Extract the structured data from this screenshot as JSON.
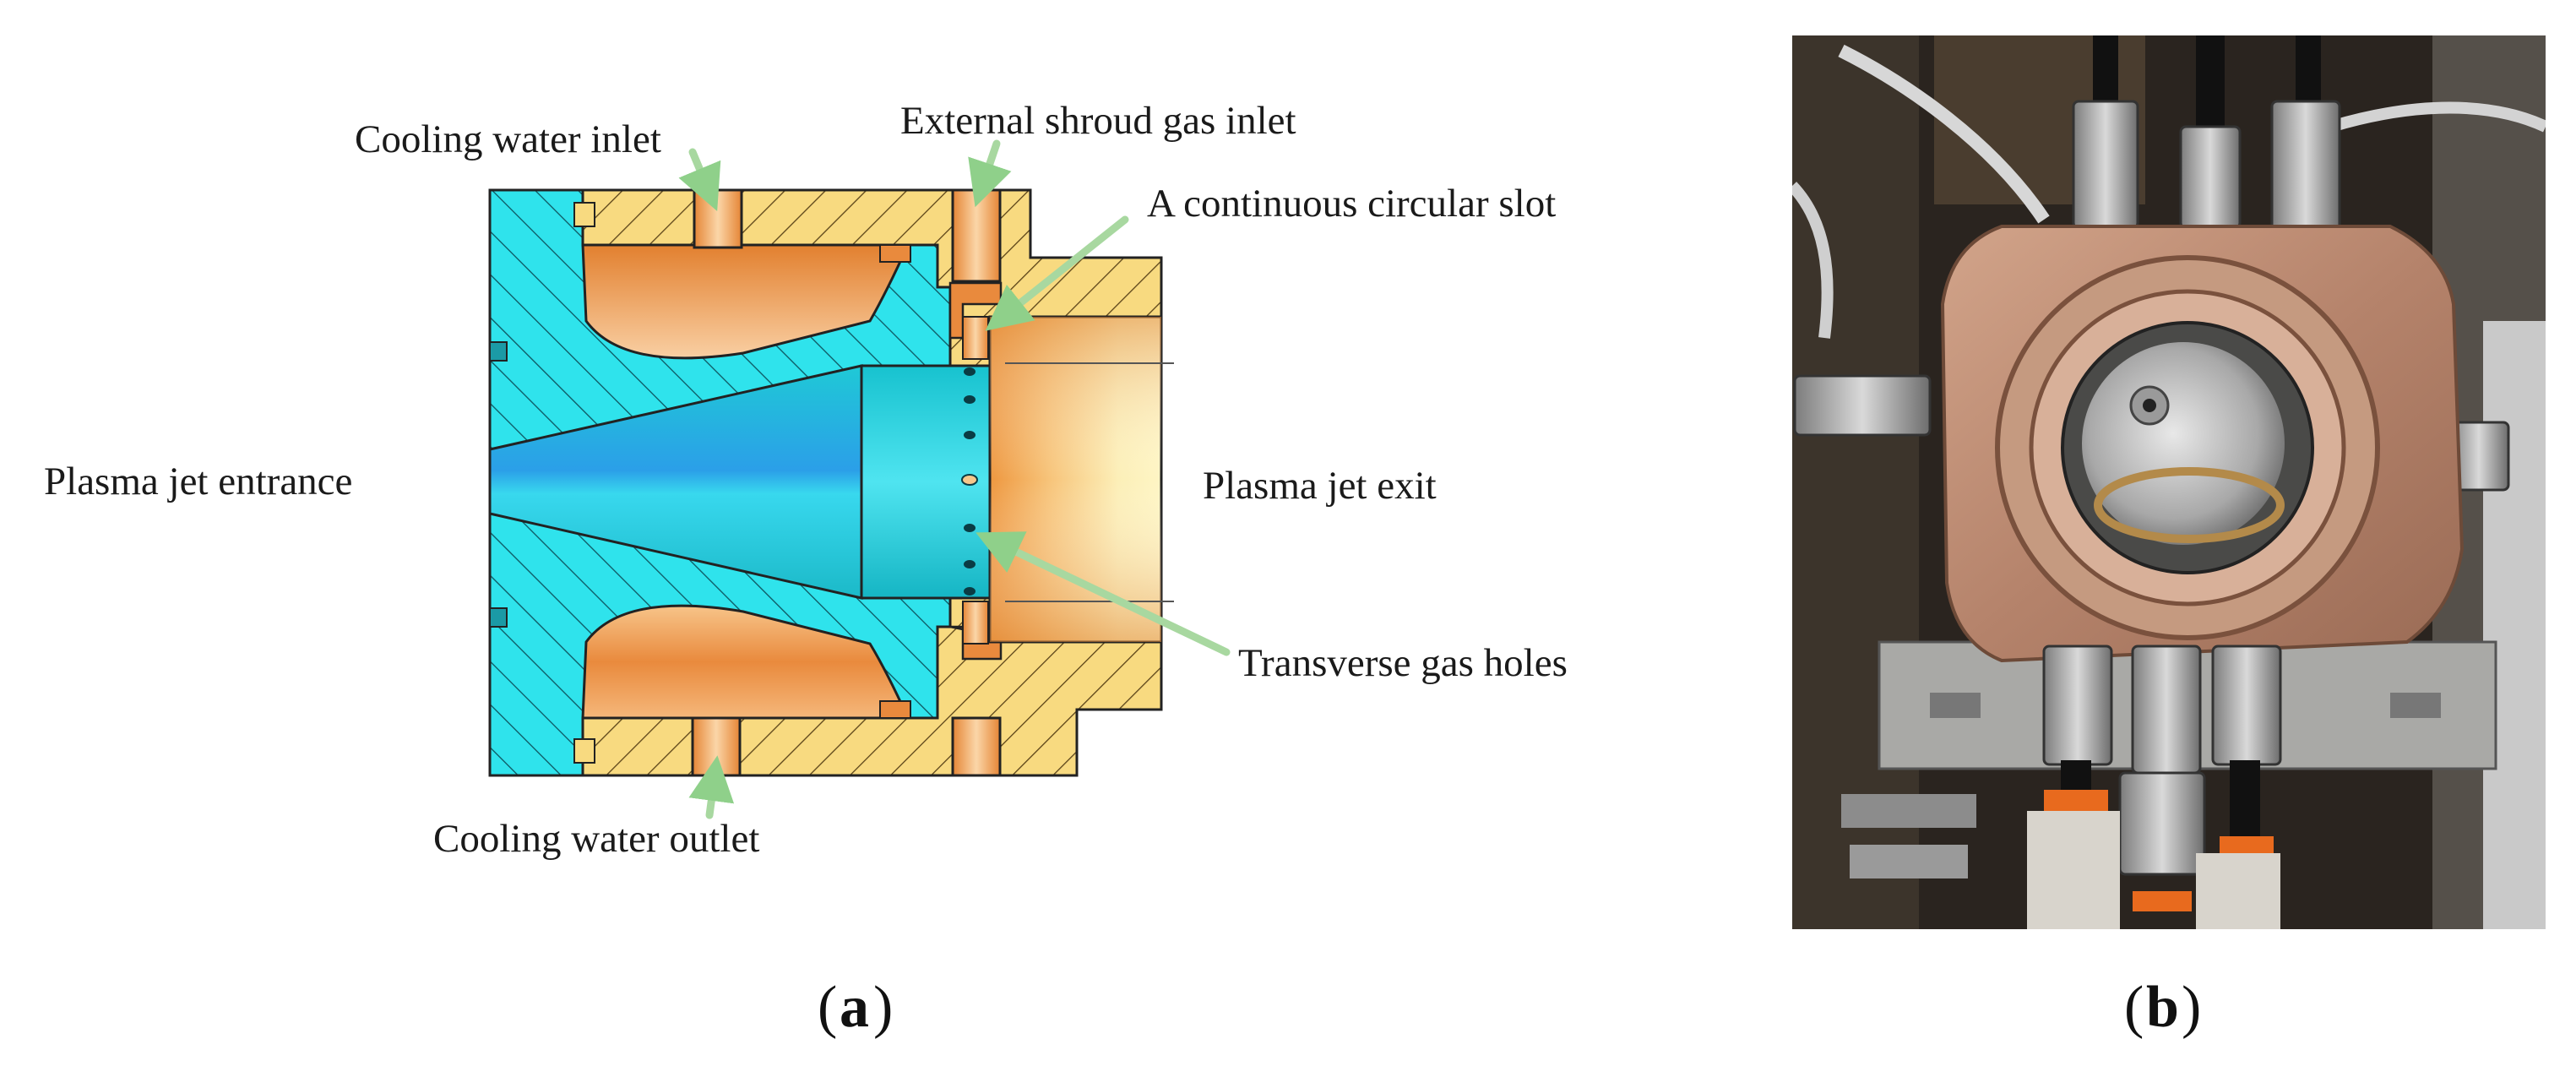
{
  "figure": {
    "panel_a": {
      "caption_open": "(",
      "caption_letter": "a",
      "caption_close": ")",
      "labels": {
        "cooling_water_inlet": "Cooling water inlet",
        "external_shroud_gas_inlet": "External shroud gas inlet",
        "continuous_circular_slot": "A continuous circular slot",
        "plasma_jet_entrance": "Plasma jet entrance",
        "plasma_jet_exit": "Plasma jet exit",
        "transverse_gas_holes": "Transverse gas holes",
        "cooling_water_outlet": "Cooling water outlet"
      }
    },
    "panel_b": {
      "caption_open": "(",
      "caption_letter": "b",
      "caption_close": ")"
    }
  },
  "colors": {
    "cyan_body": "#2fe3ec",
    "yellow_housing": "#f8da80",
    "orange_water": "#ec9a4e",
    "arrow_green": "#a8d8a0",
    "copper": "#b88a6e"
  }
}
